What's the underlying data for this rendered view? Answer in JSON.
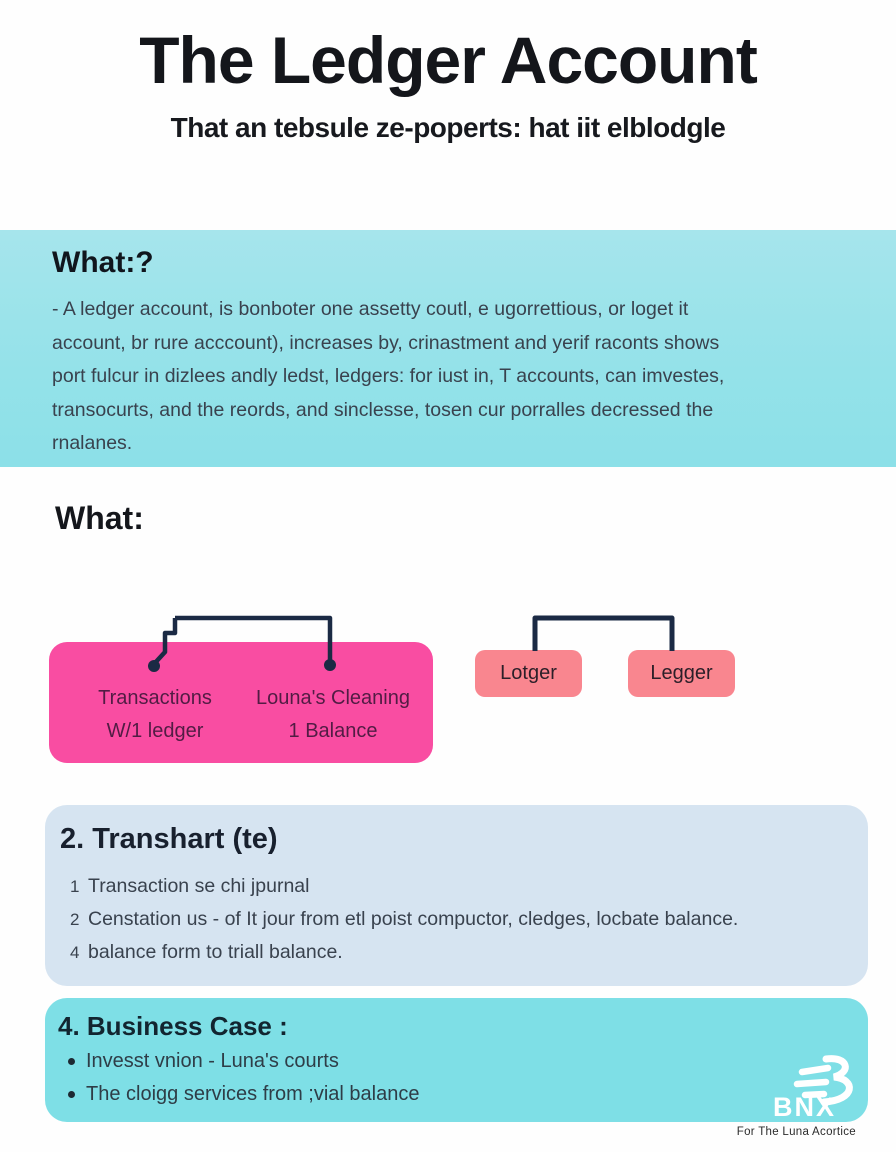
{
  "header": {
    "title": "The Ledger Account",
    "subtitle": "That an tebsule ze-poperts: hat iit elblodgle"
  },
  "what_section": {
    "heading": "What:?",
    "lines": [
      "- A ledger account, is  bonboter one assetty coutl, e ugorrettious, or loget it",
      "account, br rure acccount), increases by, crinastment and yerif raconts shows",
      "port fulcur in dizlees andly ledst, ledgers: for iust in, T accounts, can imvestes,",
      "transocurts, and the reords, and sinclesse, tosen cur porralles decressed the",
      "rnalanes."
    ]
  },
  "diagram_section": {
    "heading": "What:",
    "main_box": {
      "left_line1": "Transactions",
      "left_line2": "W/1 ledger",
      "right_line1": "Louna's Cleaning",
      "right_line2": "1 Balance"
    },
    "small_boxes": [
      {
        "label": "Lotger"
      },
      {
        "label": "Legger"
      }
    ]
  },
  "transhart_section": {
    "heading": "2. Transhart (te)",
    "items": [
      {
        "num": "1",
        "text": "Transaction se chi jpurnal"
      },
      {
        "num": "2",
        "text": "Censtation us - of It jour from etl poist compuctor, cledges, locbate balance."
      },
      {
        "num": "4",
        "text": "balance form to triall balance."
      }
    ]
  },
  "business_section": {
    "heading": "4. Business Case :",
    "bullets": [
      "Invesst vnion - Luna's courts",
      "The cloigg services from ;vial balance"
    ]
  },
  "footer": {
    "brand": "BNX",
    "caption": "For The Luna Acortice"
  },
  "colors": {
    "cyan_band": "#94E2E9",
    "light_blue_panel": "#D6E4F1",
    "cyan_panel": "#7EDFE6",
    "pink_box": "#F94DA2",
    "salmon_box": "#F9868F",
    "connector_navy": "#1B2A44",
    "title_text": "#14161B",
    "body_text": "#39424E"
  }
}
